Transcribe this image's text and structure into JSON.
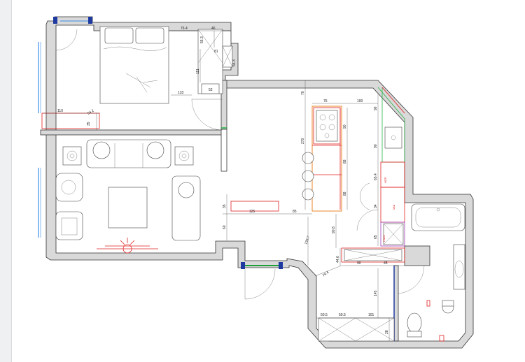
{
  "plan": {
    "bedroom": {
      "dims": [
        "76.4",
        "46",
        "55.3",
        "81",
        "111",
        "133",
        "52",
        "55.3",
        "110",
        "54.2",
        "35"
      ]
    },
    "kitchen": {
      "dims": [
        "70",
        "75",
        "100",
        "96",
        "90",
        "270",
        "88",
        "88",
        "90",
        "65.4",
        "34",
        "65"
      ],
      "labels": [
        "НПП",
        "МШ",
        "ПММ"
      ]
    },
    "living": {
      "dims": [
        "35",
        "125",
        "85",
        "60",
        "133.7",
        "90.8"
      ]
    },
    "hall": {
      "dims": [
        "44.6",
        "79.4",
        "90",
        "45",
        "145",
        "50.5",
        "50.5",
        "101",
        "28"
      ]
    }
  },
  "colors": {
    "wall": "#d9d9d9",
    "red_outline": "#e02020",
    "orange_outline": "#e8852a",
    "green_outline": "#2ab34a",
    "window_blue": "#3a8ee6",
    "door_green": "#1e9e3a",
    "purple_outline": "#9b3ab3"
  }
}
